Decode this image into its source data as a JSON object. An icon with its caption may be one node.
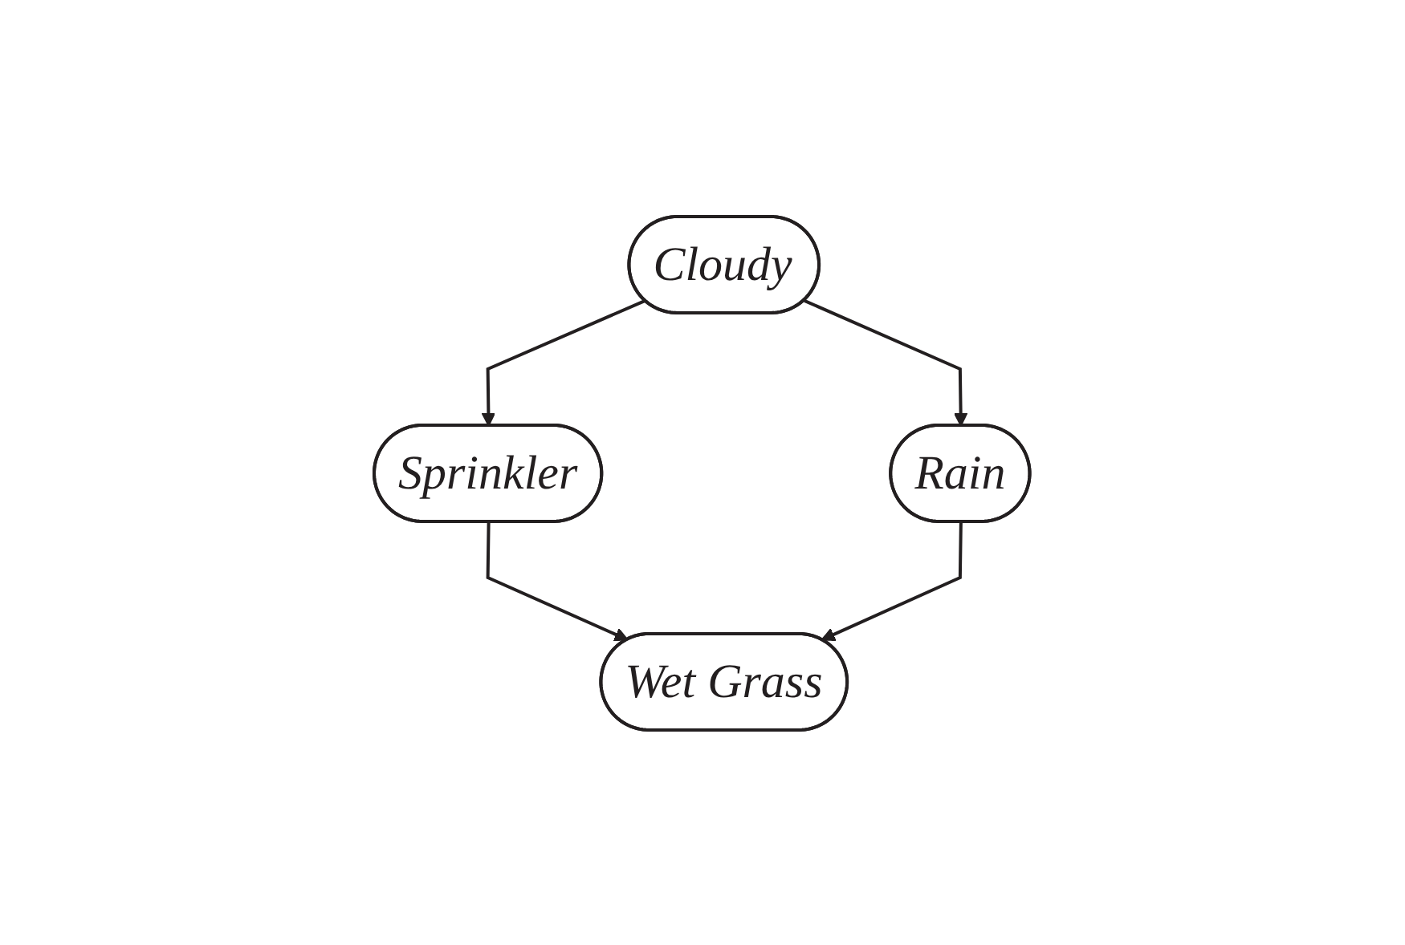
{
  "diagram": {
    "nodes": [
      {
        "text": [
          "Cloudy"
        ]
      },
      {
        "text": [
          "Sprinkler"
        ]
      },
      {
        "text": [
          "Rain"
        ]
      },
      {
        "text": [
          "Wet Grass"
        ]
      }
    ],
    "edges": [
      {
        "from": 0,
        "to": 1,
        "arrow": "to"
      },
      {
        "from": 0,
        "to": 2,
        "arrow": "to"
      },
      {
        "from": 1,
        "to": 3,
        "arrow": "to"
      },
      {
        "from": 2,
        "to": 3,
        "arrow": "to"
      }
    ]
  }
}
